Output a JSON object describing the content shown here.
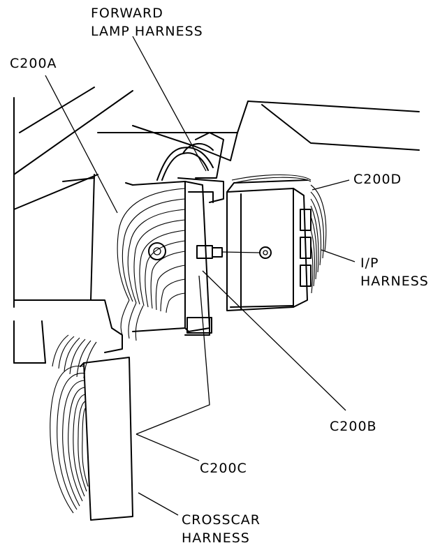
{
  "labels": {
    "forward_lamp_harness": [
      "FORWARD",
      "LAMP HARNESS"
    ],
    "c200a": "C200A",
    "c200d": "C200D",
    "ip_harness": [
      "I/P",
      "HARNESS"
    ],
    "c200b": "C200B",
    "c200c": "C200C",
    "crosscar_harness": [
      "CROSSCAR",
      "HARNESS"
    ]
  }
}
